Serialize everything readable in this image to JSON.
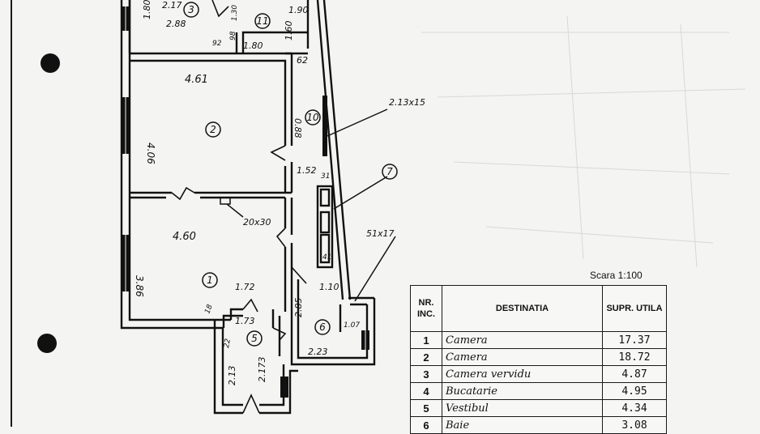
{
  "plan": {
    "room_numbers": [
      "3",
      "11",
      "2",
      "10",
      "7",
      "1",
      "5",
      "6"
    ],
    "dimensions": {
      "d180": "1.80",
      "d288": "2.88",
      "d217": "2.17",
      "d130": "1.30",
      "d190": "1.90",
      "d92": "92",
      "d98": "98",
      "d180b": "1.80",
      "d160": "1.60",
      "d62": "62",
      "d461": "4.61",
      "d406": "4.06",
      "d088": "0.88",
      "d152": "1.52",
      "d460": "4.60",
      "d386": "3.86",
      "d172": "1.72",
      "d18": "18",
      "d173": "1.73",
      "d22": "22",
      "d213": "2.13",
      "d2173": "2.173",
      "d285": "2.85",
      "d110": "1.10",
      "d223": "2.23",
      "d107": "1.07",
      "d31": "31",
      "d41": "41"
    },
    "annotations": {
      "pipe_10": "2.13x15",
      "pipe_ventil": "20x30",
      "pipe_7": "51x17"
    }
  },
  "scale": "Scara 1:100",
  "legend": {
    "headers": [
      "NR. INC.",
      "DESTINATIA",
      "SUPR. UTILA"
    ],
    "rows": [
      {
        "nr": "1",
        "dest": "Camera",
        "supr": "17.37"
      },
      {
        "nr": "2",
        "dest": "Camera",
        "supr": "18.72"
      },
      {
        "nr": "3",
        "dest": "Camera vervidu",
        "supr": "4.87"
      },
      {
        "nr": "4",
        "dest": "Bucatarie",
        "supr": "4.95"
      },
      {
        "nr": "5",
        "dest": "Vestibul",
        "supr": "4.34"
      },
      {
        "nr": "6",
        "dest": "Baie",
        "supr": "3.08"
      }
    ]
  }
}
